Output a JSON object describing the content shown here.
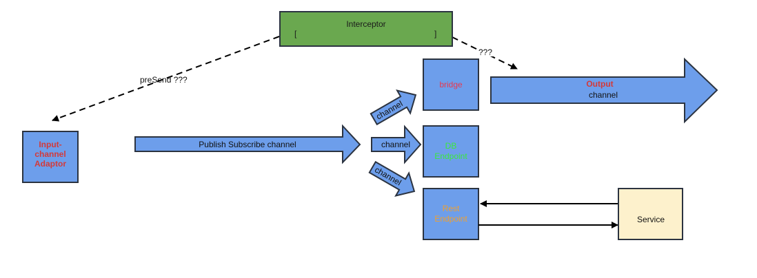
{
  "interceptor": {
    "title": "Interceptor",
    "bracket_open": "[",
    "bracket_close": "]",
    "fill": "#6aa84f"
  },
  "input_adaptor": {
    "line1": "Input-",
    "line2": "channel",
    "line3": "Adaptor",
    "text_color": "#d33a3a"
  },
  "publish_subscribe": {
    "label": "Publish Subscribe channel"
  },
  "branch_channels": {
    "top": "channel",
    "middle": "channel",
    "bottom": "channel"
  },
  "bridge": {
    "label": "bridge",
    "text_color": "#e8384f"
  },
  "db_endpoint": {
    "line1": "DB",
    "line2": "Endpoint",
    "text_color": "#3ce83c"
  },
  "rest_endpoint": {
    "line1": "Rest",
    "line2": "Endpoint",
    "text_color": "#f0a030"
  },
  "output_channel": {
    "line1": "Output",
    "line2": "channel",
    "line1_color": "#d33a3a"
  },
  "service": {
    "label": "Service",
    "fill": "#fdf1cc"
  },
  "edges": {
    "presend_label": "preSend ???",
    "output_label": "???"
  },
  "colors": {
    "box_fill": "#6d9eeb",
    "stroke": "#2b3340"
  }
}
